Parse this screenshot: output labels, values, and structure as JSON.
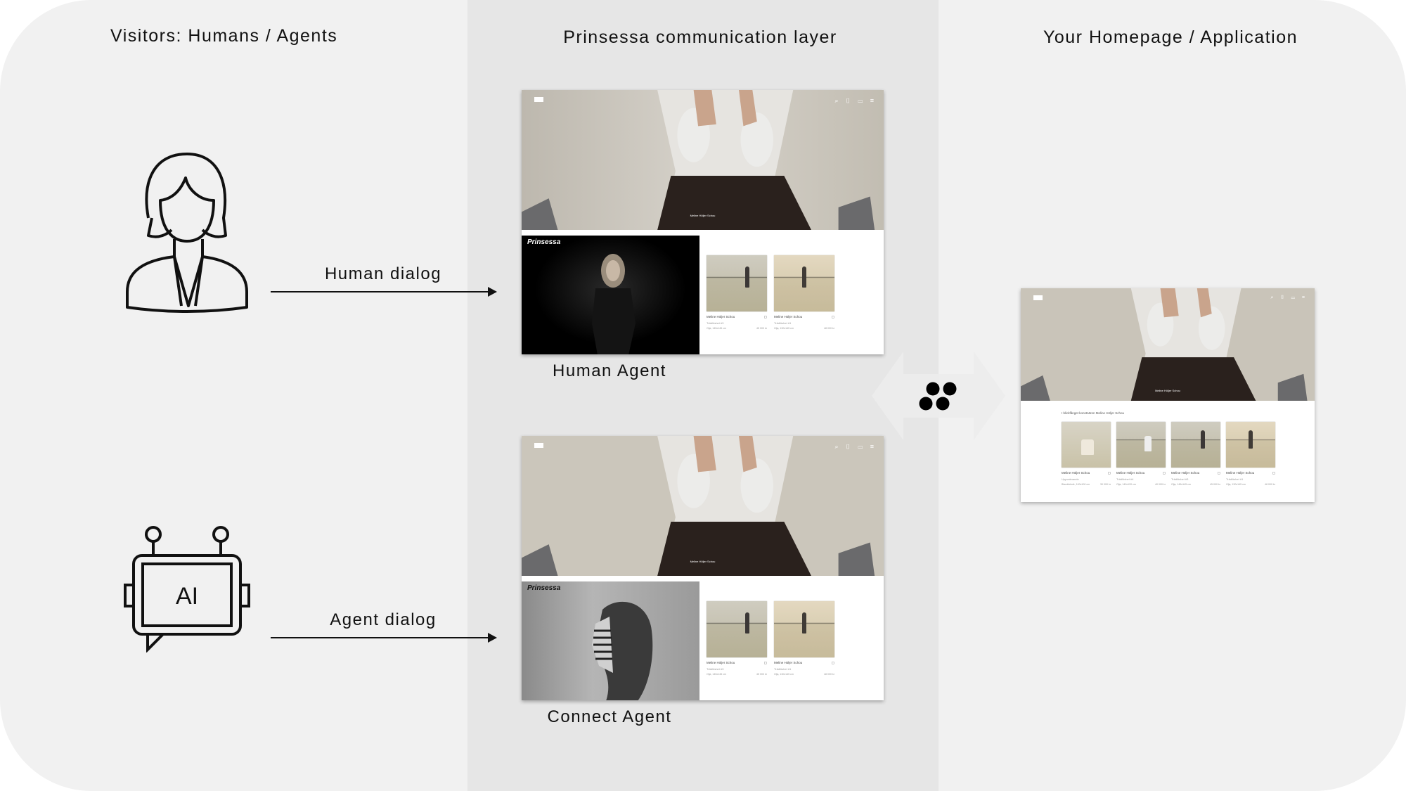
{
  "headers": {
    "visitors": "Visitors:  Humans / Agents",
    "layer": "Prinsessa communication layer",
    "homepage": "Your Homepage / Application"
  },
  "left": {
    "human_dialog": "Human dialog",
    "agent_dialog": "Agent dialog",
    "ai_icon_text": "AI"
  },
  "middle": {
    "human_caption": "Human Agent",
    "connect_caption": "Connect Agent",
    "brand": "Prinsessa"
  },
  "site": {
    "hero_caption": "Meline Höljer Schou",
    "nav_icons": [
      "search-icon",
      "bookmark-icon",
      "cart-icon",
      "menu-icon"
    ],
    "section_title": "I blickfånget konstnären Meline Höljer Schou",
    "cards": [
      {
        "artist": "Meline Höljer Schou",
        "title": "Uppvaknande",
        "medium": "Blandteknik, 100x100 cm",
        "price": "30 000 kr"
      },
      {
        "artist": "Meline Höljer Schou",
        "title": "Trädlöshet #4",
        "medium": "Olja, 140x120 cm",
        "price": "40 000 kr"
      },
      {
        "artist": "Meline Höljer Schou",
        "title": "Trädlöshet #3",
        "medium": "Olja, 145x145 cm",
        "price": "45 000 kr"
      },
      {
        "artist": "Meline Höljer Schou",
        "title": "Trädlöshet #1",
        "medium": "Olja, 130x145 cm",
        "price": "48 000 kr"
      }
    ]
  }
}
